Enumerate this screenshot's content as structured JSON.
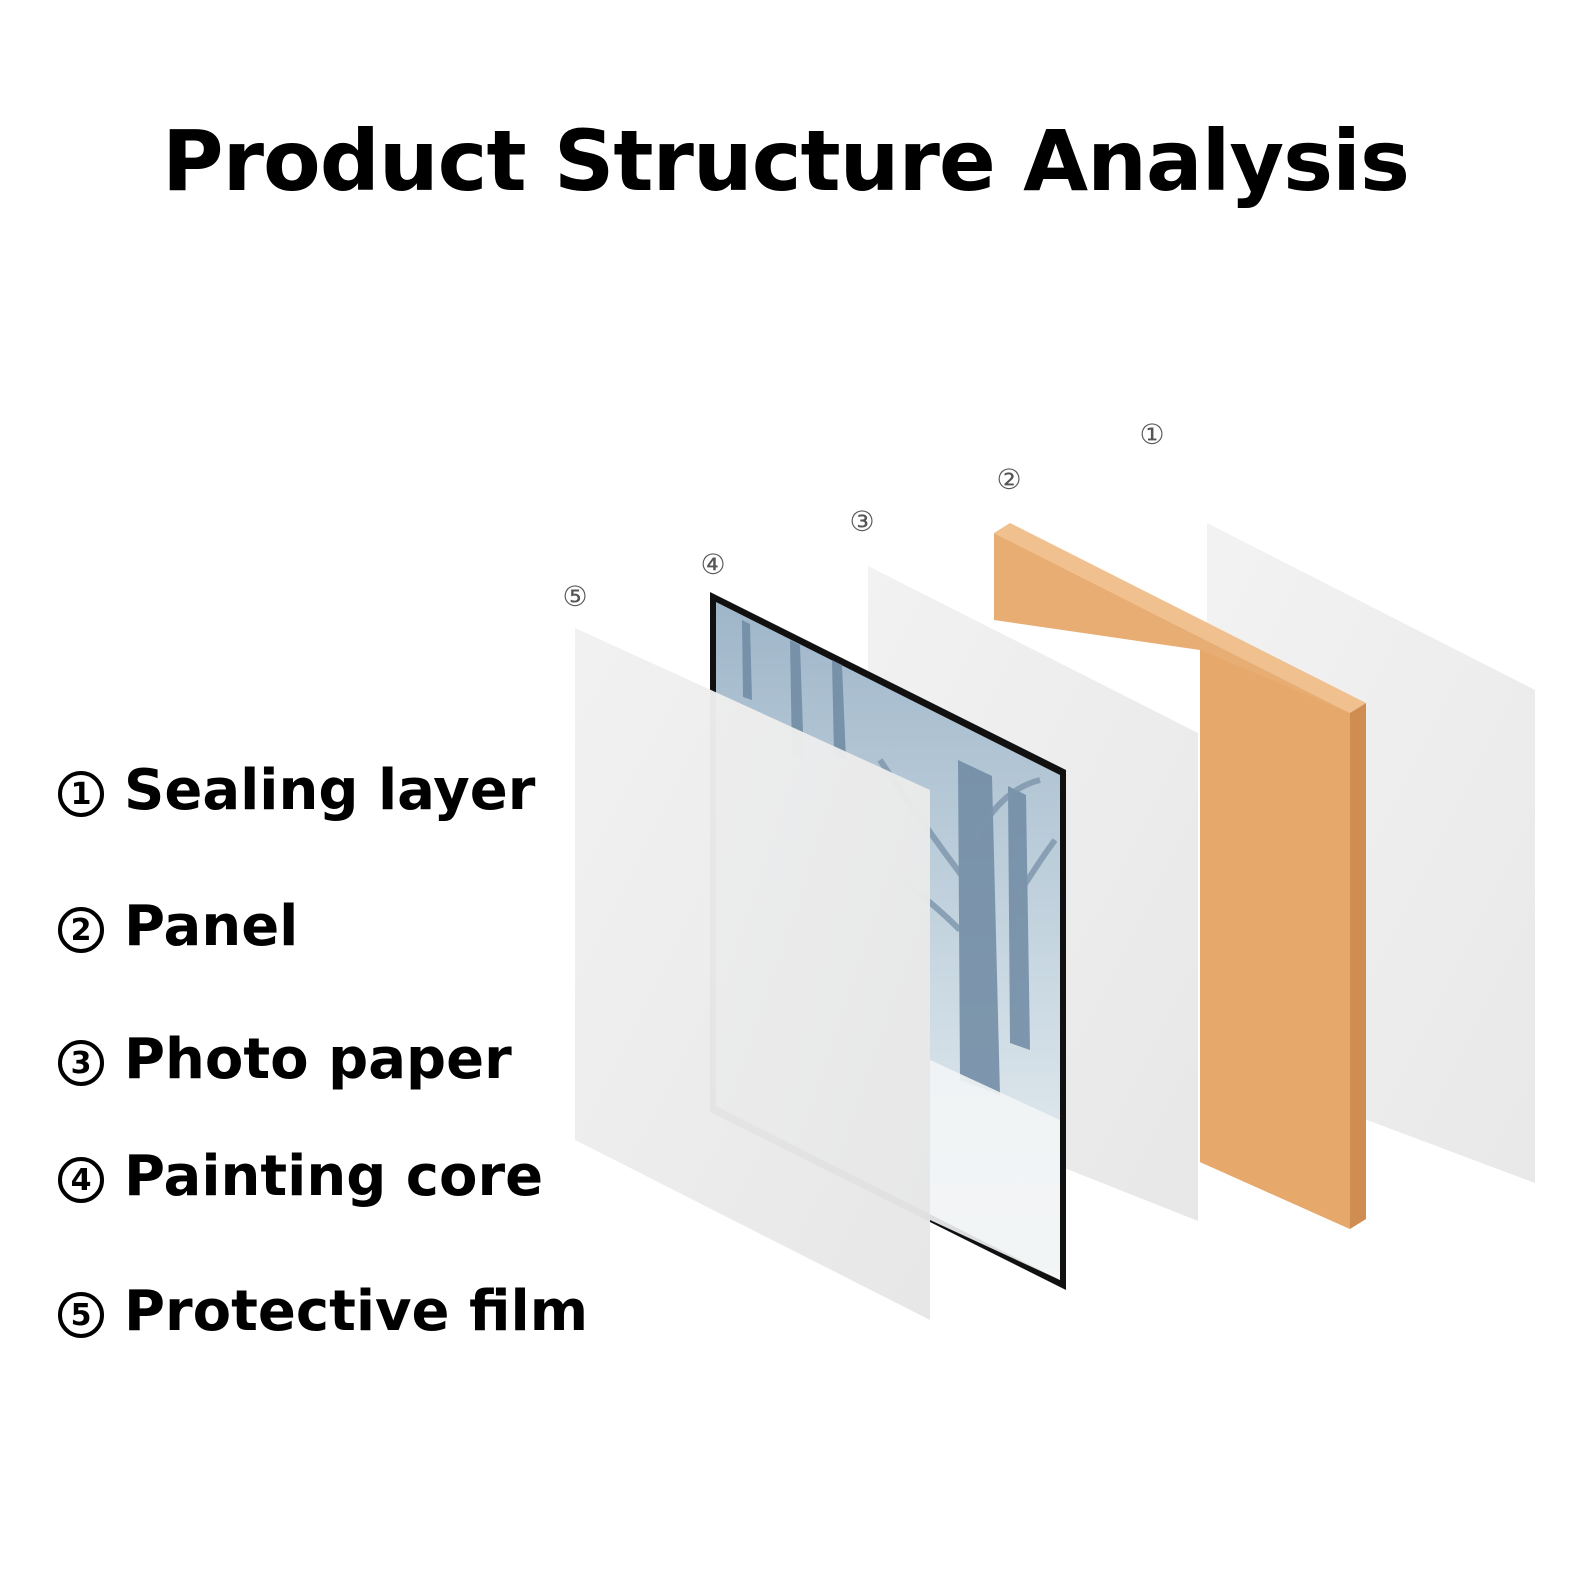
{
  "title": "Product Structure Analysis",
  "legend": [
    {
      "num": "1",
      "label": "Sealing layer"
    },
    {
      "num": "2",
      "label": "Panel"
    },
    {
      "num": "3",
      "label": "Photo paper"
    },
    {
      "num": "4",
      "label": "Painting core"
    },
    {
      "num": "5",
      "label": "Protective film"
    }
  ],
  "layer_markers": [
    "①",
    "②",
    "③",
    "④",
    "⑤"
  ],
  "colors": {
    "panel": "#e8ad72",
    "panel_edge": "#d99a5e",
    "sheet": "#ededed",
    "frame": "#111111",
    "winter_sky": "#b9cbd8",
    "tree": "#6f8aa3"
  }
}
